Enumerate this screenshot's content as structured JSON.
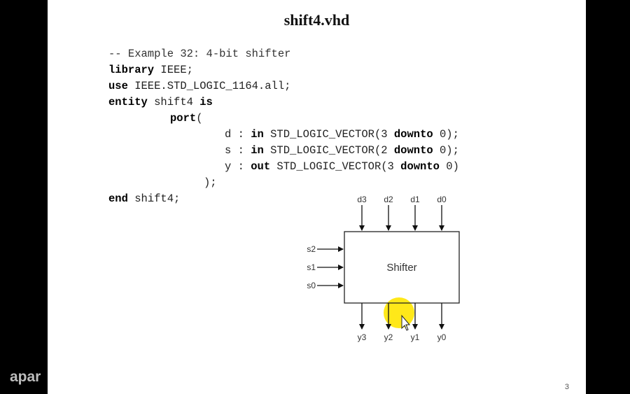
{
  "slide": {
    "title": "shift4.vhd",
    "page_number": "3"
  },
  "code": {
    "l1": "-- Example 32: 4-bit shifter",
    "l2_kw": "library",
    "l2_rest": " IEEE;",
    "l3_kw": "use",
    "l3_rest": " IEEE.STD_LOGIC_1164.all;",
    "l4_kw": "entity",
    "l4_mid": " shift4 ",
    "l4_kw2": "is",
    "l5_kw": "port",
    "l5_rest": "(",
    "l6_a": "d : ",
    "l6_kw": "in",
    "l6_b": " STD_LOGIC_VECTOR(3 ",
    "l6_kw2": "downto",
    "l6_c": " 0);",
    "l7_a": "s : ",
    "l7_kw": "in",
    "l7_b": " STD_LOGIC_VECTOR(2 ",
    "l7_kw2": "downto",
    "l7_c": " 0);",
    "l8_a": "y : ",
    "l8_kw": "out",
    "l8_b": " STD_LOGIC_VECTOR(3 ",
    "l8_kw2": "downto",
    "l8_c": " 0)",
    "l9": ");",
    "l10_kw": "end",
    "l10_rest": " shift4;"
  },
  "diagram": {
    "block_label": "Shifter",
    "inputs_top": [
      "d3",
      "d2",
      "d1",
      "d0"
    ],
    "inputs_left": [
      "s2",
      "s1",
      "s0"
    ],
    "outputs_bottom": [
      "y3",
      "y2",
      "y1",
      "y0"
    ]
  },
  "watermark": "apar",
  "colors": {
    "background": "#000000",
    "slide": "#ffffff",
    "cursor_highlight": "#ffe000"
  }
}
